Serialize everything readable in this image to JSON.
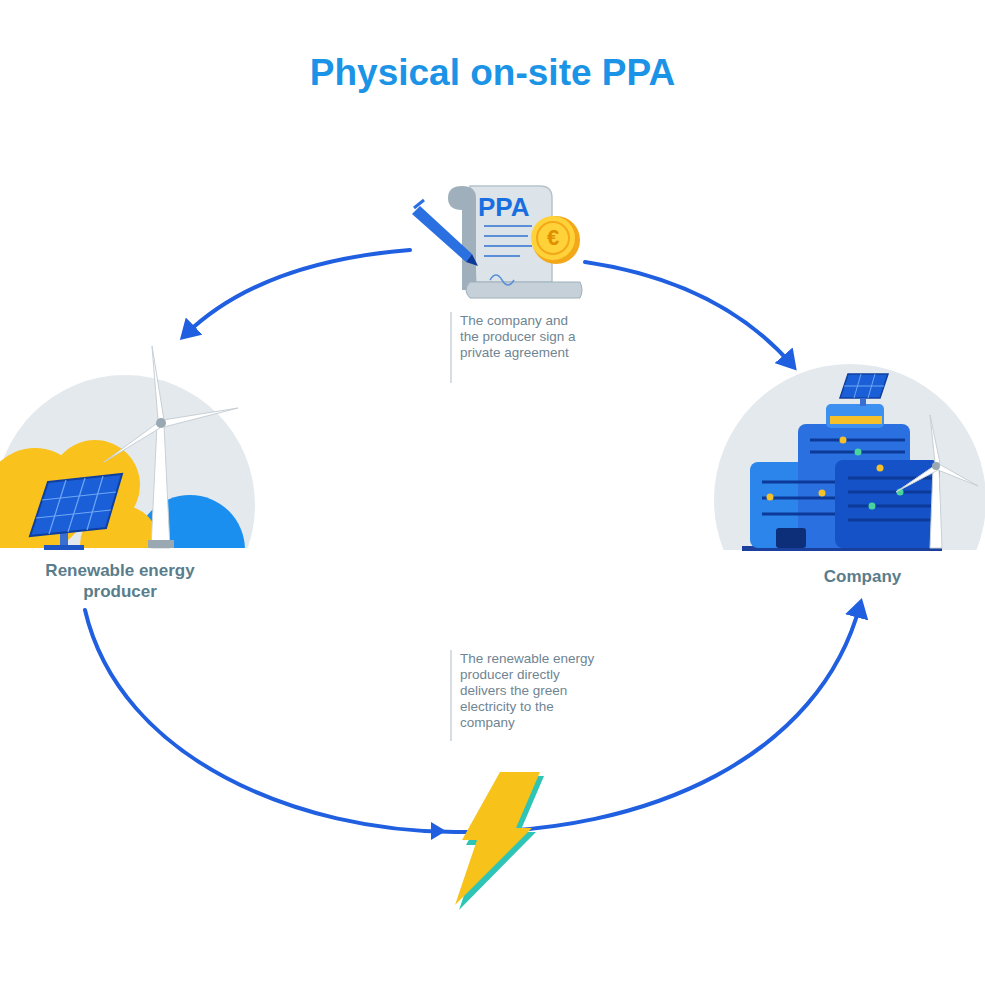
{
  "diagram": {
    "title": "Physical on-site PPA",
    "nodes": [
      {
        "text": [
          "PPA"
        ]
      },
      {
        "text": [
          "Renewable energy producer"
        ]
      },
      {
        "text": [
          "Company"
        ]
      }
    ],
    "edges": [
      {
        "from": 0,
        "to": 1,
        "arrow": "to"
      },
      {
        "from": 0,
        "to": 2,
        "arrow": "to"
      },
      {
        "from": 1,
        "to": 2,
        "arrow": "to"
      }
    ],
    "labels": [
      "€",
      "The company and the producer sign a private agreement",
      "The renewable energy producer directly delivers the green electricity to the company"
    ]
  }
}
